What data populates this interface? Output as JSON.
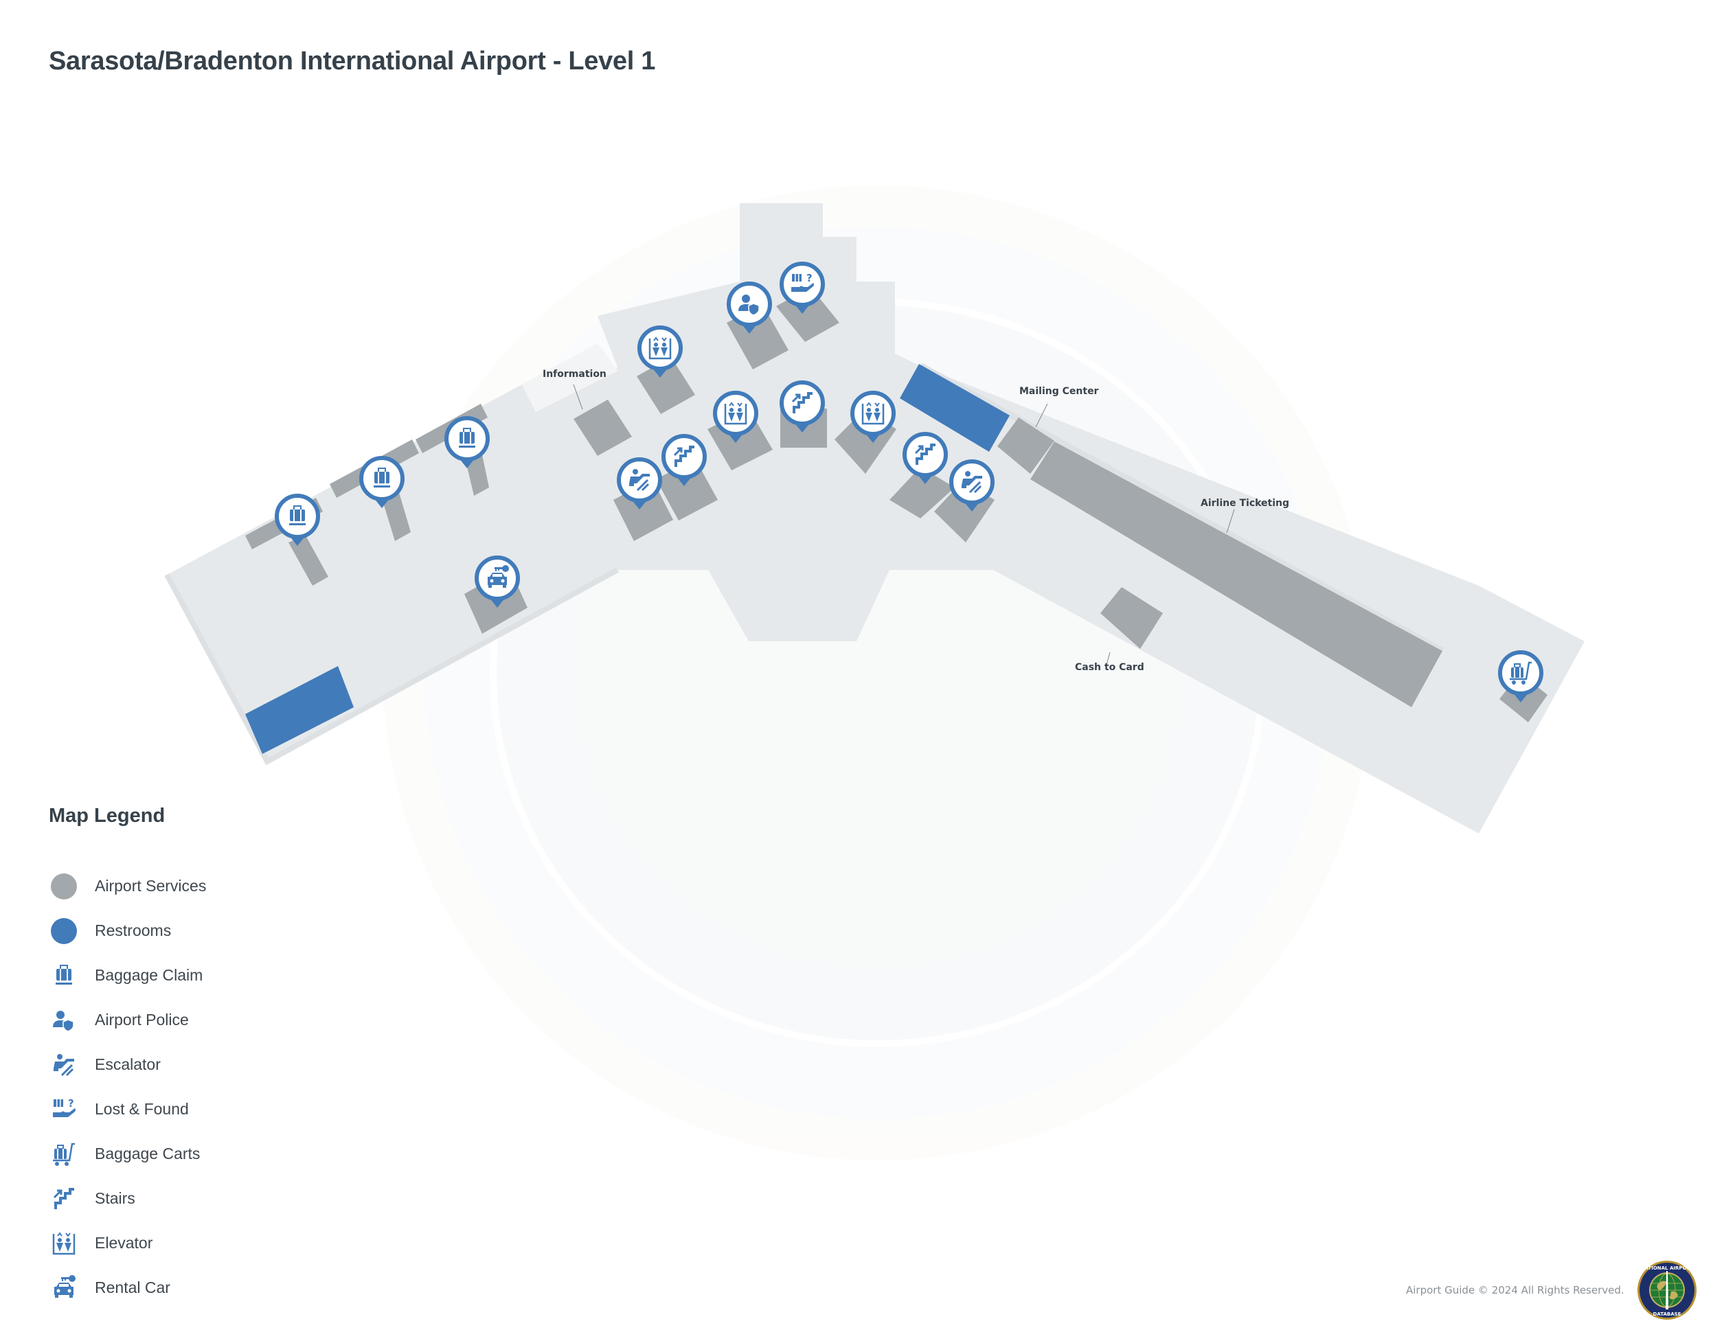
{
  "page": {
    "title": "Sarasota/Bradenton International Airport - Level 1"
  },
  "colors": {
    "floor": "#e6e9eb",
    "floor_edge": "#d9dde0",
    "service": "#a2a8ab",
    "restroom": "#417bba",
    "pin_accent": "#417bba",
    "pin_fill": "#ffffff",
    "title_text": "#36414a",
    "label_text": "#3a434b",
    "footer_text": "#8a9197"
  },
  "map": {
    "labels": [
      {
        "id": "information",
        "text": "Information"
      },
      {
        "id": "mailing-center",
        "text": "Mailing Center"
      },
      {
        "id": "airline-ticketing",
        "text": "Airline Ticketing"
      },
      {
        "id": "cash-to-card",
        "text": "Cash to Card"
      }
    ],
    "pins": [
      {
        "type": "baggage-claim",
        "label": "Baggage Claim"
      },
      {
        "type": "baggage-claim",
        "label": "Baggage Claim"
      },
      {
        "type": "baggage-claim",
        "label": "Baggage Claim"
      },
      {
        "type": "rental-car",
        "label": "Rental Car"
      },
      {
        "type": "elevator",
        "label": "Elevator"
      },
      {
        "type": "airport-police",
        "label": "Airport Police"
      },
      {
        "type": "lost-and-found",
        "label": "Lost & Found"
      },
      {
        "type": "escalator",
        "label": "Escalator"
      },
      {
        "type": "stairs",
        "label": "Stairs"
      },
      {
        "type": "elevator",
        "label": "Elevator"
      },
      {
        "type": "stairs",
        "label": "Stairs"
      },
      {
        "type": "elevator",
        "label": "Elevator"
      },
      {
        "type": "stairs",
        "label": "Stairs"
      },
      {
        "type": "escalator",
        "label": "Escalator"
      },
      {
        "type": "baggage-carts",
        "label": "Baggage Carts"
      }
    ]
  },
  "legend": {
    "title": "Map Legend",
    "items": [
      {
        "icon": "gray-dot",
        "label": "Airport Services"
      },
      {
        "icon": "blue-dot",
        "label": "Restrooms"
      },
      {
        "icon": "baggage-claim-icon",
        "label": "Baggage Claim"
      },
      {
        "icon": "airport-police-icon",
        "label": "Airport Police"
      },
      {
        "icon": "escalator-icon",
        "label": "Escalator"
      },
      {
        "icon": "lost-and-found-icon",
        "label": "Lost & Found"
      },
      {
        "icon": "baggage-carts-icon",
        "label": "Baggage Carts"
      },
      {
        "icon": "stairs-icon",
        "label": "Stairs"
      },
      {
        "icon": "elevator-icon",
        "label": "Elevator"
      },
      {
        "icon": "rental-car-icon",
        "label": "Rental Car"
      }
    ]
  },
  "footer": {
    "copyright": "Airport Guide © 2024 All Rights Reserved.",
    "logo_top_text": "NATIONAL ✈ AIRPORT",
    "logo_bottom_text": "DATABASE"
  }
}
